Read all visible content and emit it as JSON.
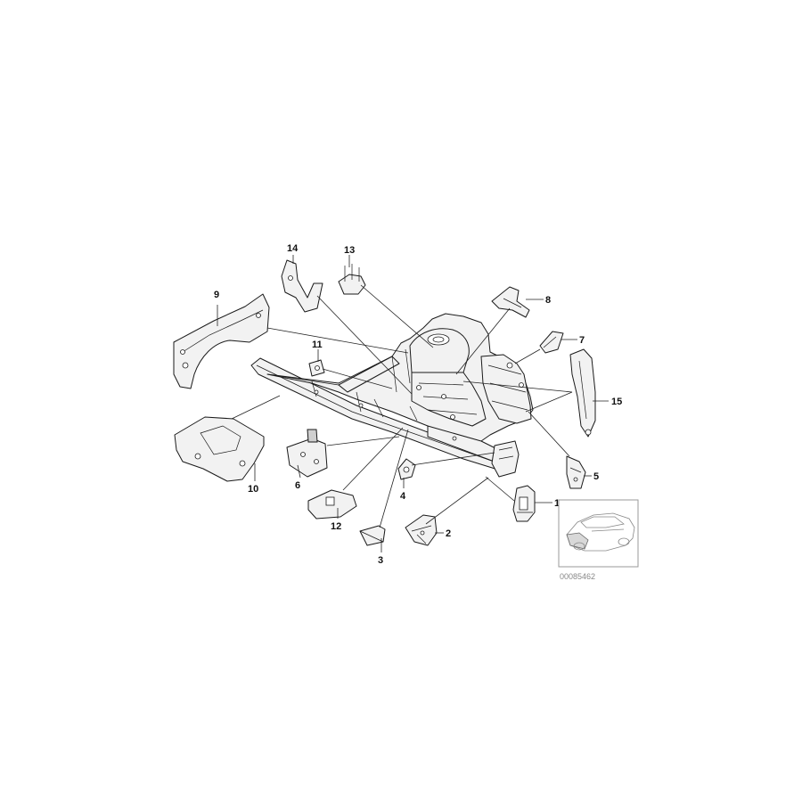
{
  "callouts": [
    {
      "num": "1"
    },
    {
      "num": "2"
    },
    {
      "num": "3"
    },
    {
      "num": "4"
    },
    {
      "num": "5"
    },
    {
      "num": "6"
    },
    {
      "num": "7"
    },
    {
      "num": "8"
    },
    {
      "num": "9"
    },
    {
      "num": "10"
    },
    {
      "num": "11"
    },
    {
      "num": "12"
    },
    {
      "num": "13"
    },
    {
      "num": "14"
    },
    {
      "num": "15"
    }
  ],
  "diagram_id": "00085462",
  "colors": {
    "line": "#1a1a1a",
    "fill": "#f2f2f2",
    "inset_border": "#9a9a9a",
    "id_text": "#888888"
  }
}
